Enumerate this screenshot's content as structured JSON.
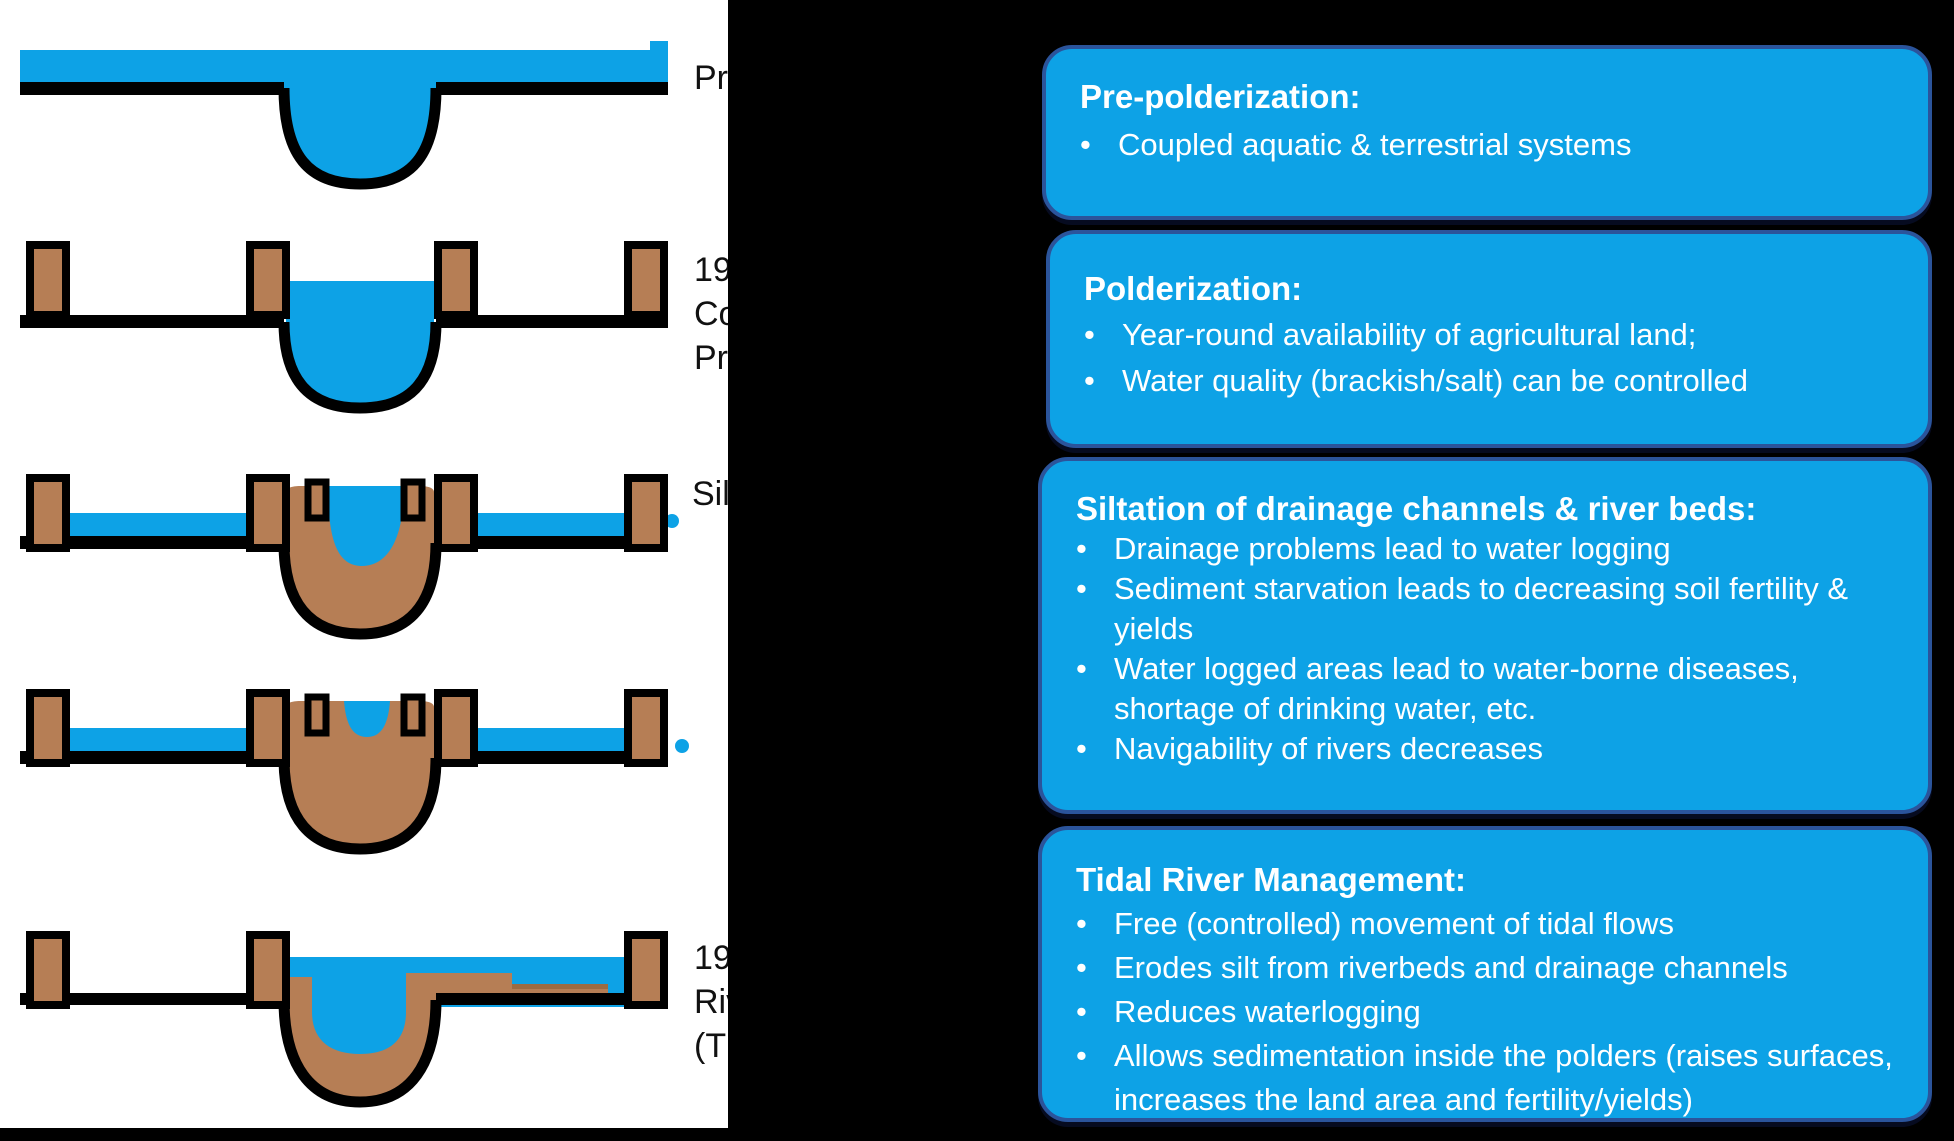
{
  "colors": {
    "water_blue": "#0da2e6",
    "box_blue": "#0da2e6",
    "box_border": "#2b549b",
    "silt_brown": "#b67e55",
    "silt_brown_dark": "#9b6b42",
    "background_black": "#000000"
  },
  "diagram": {
    "description": "Five cross-section drawings of a tidal river and polders: pre-polderization, polderization with dikes, two siltation stages, and tidal river management",
    "row_labels": [
      {
        "lines": [
          "Pr"
        ]
      },
      {
        "lines": [
          "19",
          "Co",
          "Pr"
        ]
      },
      {
        "lines": [
          "Sil"
        ]
      },
      {
        "lines": []
      },
      {
        "lines": [
          "19",
          "Riv",
          "(T"
        ]
      }
    ]
  },
  "info_boxes": [
    {
      "title": "Pre-polderization:",
      "bullets": [
        "Coupled aquatic & terrestrial systems"
      ]
    },
    {
      "title": "Polderization:",
      "bullets": [
        "Year-round availability of agricultural land;",
        "Water quality (brackish/salt) can be controlled"
      ]
    },
    {
      "title": "Siltation of drainage channels & river beds:",
      "bullets": [
        "Drainage problems lead to water logging",
        "Sediment starvation leads to decreasing soil fertility & yields",
        "Water logged areas lead to water-borne diseases, shortage of drinking water, etc.",
        "Navigability of rivers decreases"
      ]
    },
    {
      "title": "Tidal River Management:",
      "bullets": [
        "Free (controlled) movement of tidal flows",
        "Erodes silt from riverbeds and drainage channels",
        "Reduces waterlogging",
        "Allows sedimentation inside the polders (raises surfaces, increases the land area and fertility/yields)"
      ]
    }
  ]
}
